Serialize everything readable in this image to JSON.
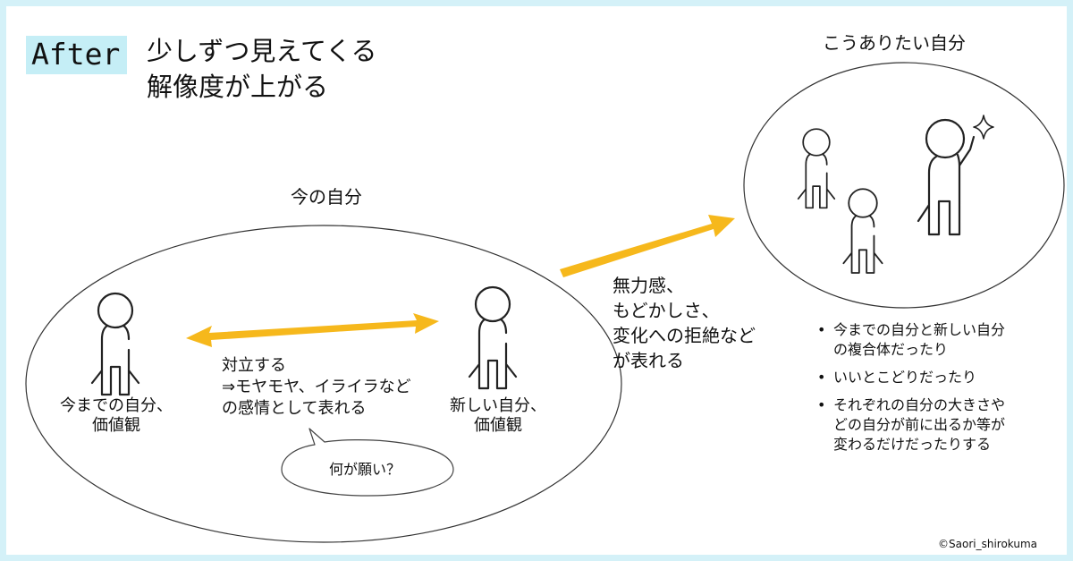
{
  "header": {
    "tag": "After",
    "headline_line1": "少しずつ見えてくる",
    "headline_line2": "解像度が上がる"
  },
  "current_self": {
    "title": "今の自分",
    "left_person_label_line1": "今までの自分、",
    "left_person_label_line2": "価値観",
    "right_person_label_line1": "新しい自分、",
    "right_person_label_line2": "価値観",
    "conflict_line1": "対立する",
    "conflict_line2": "⇒モヤモヤ、イライラなど",
    "conflict_line3": "の感情として表れる",
    "speech_bubble": "何が願い？"
  },
  "transition": {
    "line1": "無力感、",
    "line2": "もどかしさ、",
    "line3": "変化への拒絶など",
    "line4": "が表れる"
  },
  "ideal_self": {
    "title": "こうありたい自分",
    "bullets": [
      {
        "line1": "今までの自分と新しい自分",
        "line2": "の複合体だったり"
      },
      {
        "line1": "いいとこどりだったり",
        "line2": ""
      },
      {
        "line1": "それぞれの自分の大きさや",
        "line2": "どの自分が前に出るか等が",
        "line3": "変わるだけだったりする"
      }
    ]
  },
  "copyright": "©Saori_shirokuma",
  "colors": {
    "arrow": "#f6b81c",
    "outline": "#333333",
    "tag_highlight": "#c5eef6",
    "frame": "#d4f1f8"
  }
}
